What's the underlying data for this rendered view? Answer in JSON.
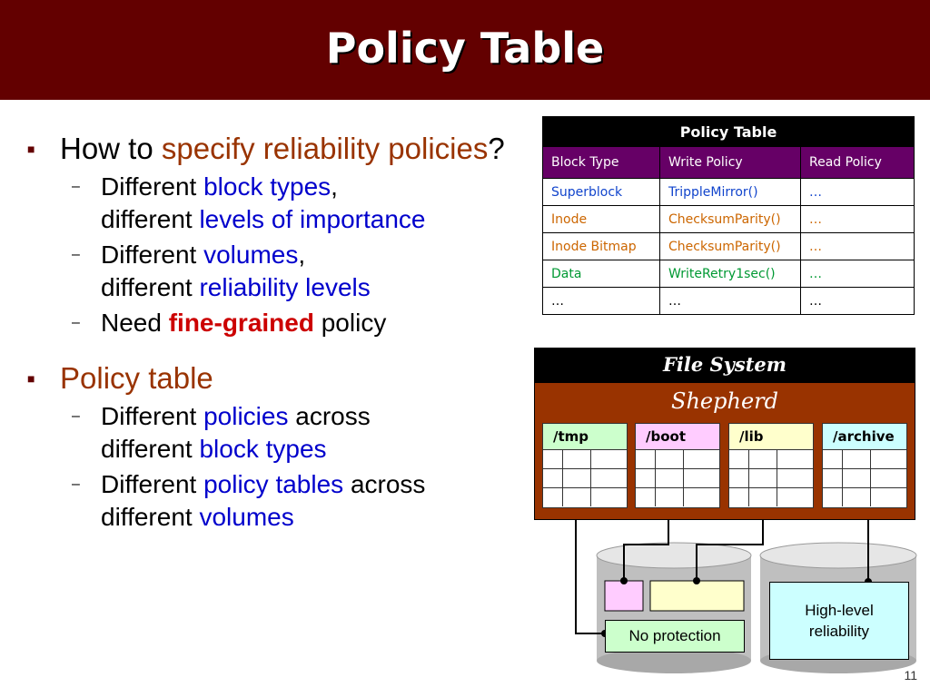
{
  "title": "Policy Table",
  "bullets": [
    {
      "parts": [
        {
          "text": "How to ",
          "style": "plain"
        },
        {
          "text": "specify reliability policies",
          "style": "red"
        },
        {
          "text": "?",
          "style": "plain"
        }
      ],
      "subs": [
        {
          "parts": [
            {
              "text": "Different ",
              "style": "plain"
            },
            {
              "text": "block types",
              "style": "blue"
            },
            {
              "text": ",",
              "style": "plain"
            }
          ],
          "line2": [
            {
              "text": "different ",
              "style": "plain"
            },
            {
              "text": "levels of importance",
              "style": "blue"
            }
          ]
        },
        {
          "parts": [
            {
              "text": "Different ",
              "style": "plain"
            },
            {
              "text": "volumes",
              "style": "blue"
            },
            {
              "text": ",",
              "style": "plain"
            }
          ],
          "line2": [
            {
              "text": "different ",
              "style": "plain"
            },
            {
              "text": "reliability levels",
              "style": "blue"
            }
          ]
        },
        {
          "parts": [
            {
              "text": "Need ",
              "style": "plain"
            },
            {
              "text": "fine-grained",
              "style": "boldred"
            },
            {
              "text": " policy",
              "style": "plain"
            }
          ]
        }
      ]
    },
    {
      "parts": [
        {
          "text": "Policy table",
          "style": "red"
        }
      ],
      "subs": [
        {
          "parts": [
            {
              "text": "Different ",
              "style": "plain"
            },
            {
              "text": "policies",
              "style": "blue"
            },
            {
              "text": " across",
              "style": "plain"
            }
          ],
          "line2": [
            {
              "text": "different ",
              "style": "plain"
            },
            {
              "text": "block types",
              "style": "blue"
            }
          ]
        },
        {
          "parts": [
            {
              "text": "Different ",
              "style": "plain"
            },
            {
              "text": "policy tables",
              "style": "blue"
            },
            {
              "text": " across",
              "style": "plain"
            }
          ],
          "line2": [
            {
              "text": "different ",
              "style": "plain"
            },
            {
              "text": "volumes",
              "style": "blue"
            }
          ]
        }
      ]
    }
  ],
  "policy_table": {
    "title": "Policy Table",
    "headers": [
      "Block Type",
      "Write Policy",
      "Read Policy"
    ],
    "rows": [
      {
        "color": "blue",
        "cells": [
          "Superblock",
          "TrippleMirror()",
          "…"
        ]
      },
      {
        "color": "orange",
        "cells": [
          "Inode",
          "ChecksumParity()",
          "…"
        ]
      },
      {
        "color": "orange",
        "cells": [
          "Inode Bitmap",
          "ChecksumParity()",
          "…"
        ]
      },
      {
        "color": "green",
        "cells": [
          "Data",
          "WriteRetry1sec()",
          "…"
        ]
      },
      {
        "color": "black",
        "cells": [
          "…",
          "…",
          "…"
        ]
      }
    ]
  },
  "diagram": {
    "file_system_label": "File System",
    "shepherd_label": "Shepherd",
    "mounts": [
      {
        "label": "/tmp",
        "color": "#ccffcc"
      },
      {
        "label": "/boot",
        "color": "#ffccff"
      },
      {
        "label": "/lib",
        "color": "#ffffcc"
      },
      {
        "label": "/archive",
        "color": "#ccffff"
      }
    ],
    "no_protection_label": "No protection",
    "high_level_label": "High-level reliability",
    "colors": {
      "pink": "#ffccff",
      "yellow": "#ffffcc",
      "green": "#ccffcc",
      "cyan": "#ccffff"
    }
  },
  "slide_number": "11"
}
